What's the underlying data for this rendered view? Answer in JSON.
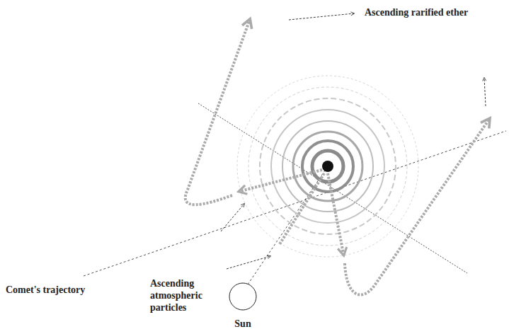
{
  "diagram": {
    "nodes": [
      {
        "text": [
          "Sun"
        ]
      }
    ],
    "labels": [
      "Ascending rarified ether",
      "Comet's trajectory",
      "Ascending atmospheric particles"
    ]
  }
}
